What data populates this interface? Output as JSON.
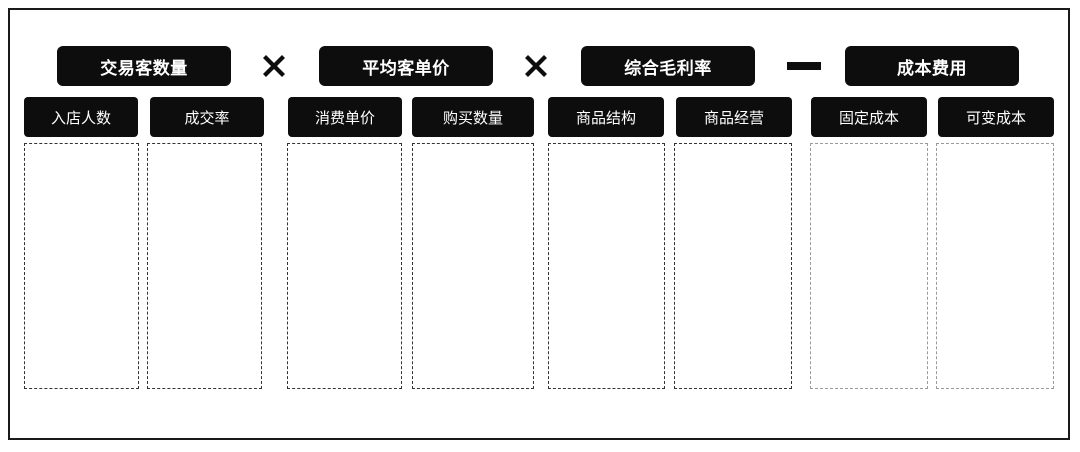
{
  "groups": [
    {
      "label": "交易客数量"
    },
    {
      "label": "平均客单价"
    },
    {
      "label": "综合毛利率"
    },
    {
      "label": "成本费用"
    }
  ],
  "operators": [
    {
      "icon": "multiply-icon"
    },
    {
      "icon": "multiply-icon"
    },
    {
      "icon": "minus-icon"
    }
  ],
  "subs": [
    {
      "label": "入店人数"
    },
    {
      "label": "成交率"
    },
    {
      "label": "消费单价"
    },
    {
      "label": "购买数量"
    },
    {
      "label": "商品结构"
    },
    {
      "label": "商品经营"
    },
    {
      "label": "固定成本"
    },
    {
      "label": "可变成本"
    }
  ]
}
